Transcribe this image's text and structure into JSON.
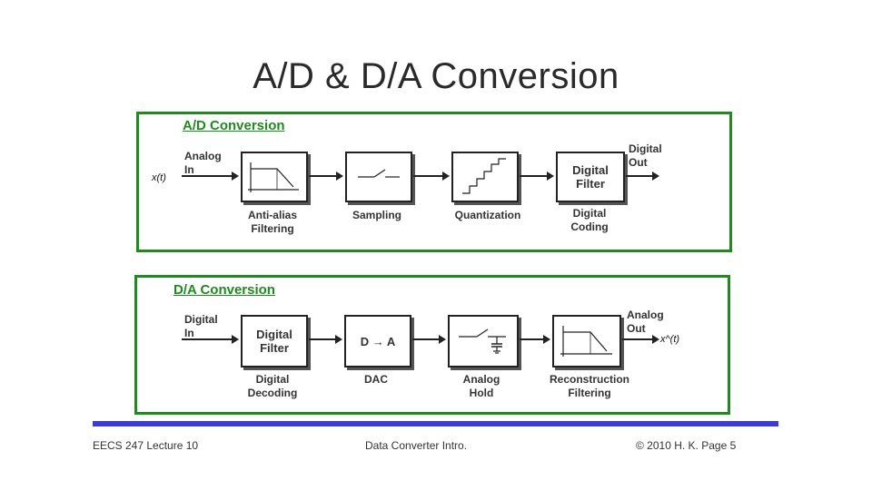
{
  "title": "A/D & D/A Conversion",
  "ad": {
    "section_title": "A/D Conversion",
    "input_label": "Analog\nIn",
    "signal_label": "x(t)",
    "output_label": "Digital\nOut",
    "blocks": [
      {
        "name": "anti-alias-filter",
        "label": "Anti-alias\nFiltering",
        "icon": "lowpass-filter-icon"
      },
      {
        "name": "sampling",
        "label": "Sampling",
        "icon": "switch-icon"
      },
      {
        "name": "quantization",
        "label": "Quantization",
        "icon": "staircase-icon"
      },
      {
        "name": "digital-filter",
        "text": "Digital\nFilter",
        "label": "Digital\nCoding"
      }
    ]
  },
  "da": {
    "section_title": "D/A Conversion",
    "input_label": "Digital\nIn",
    "output_label": "Analog\nOut",
    "signal_label": "x^(t)",
    "blocks": [
      {
        "name": "digital-filter",
        "text": "Digital\nFilter",
        "label": "Digital\nDecoding"
      },
      {
        "name": "dac",
        "text": "D → A",
        "label": "DAC"
      },
      {
        "name": "analog-hold",
        "label": "Analog\nHold",
        "icon": "sample-hold-icon"
      },
      {
        "name": "reconstruction-filter",
        "label": "Reconstruction\nFiltering",
        "icon": "lowpass-filter-icon"
      }
    ]
  },
  "footer": {
    "left": "EECS 247 Lecture 10",
    "center": "Data Converter Intro.",
    "right": "© 2010  H. K.   Page 5"
  },
  "colors": {
    "panel_border": "#1f8a1f",
    "footer_line": "#3a3ad8"
  }
}
